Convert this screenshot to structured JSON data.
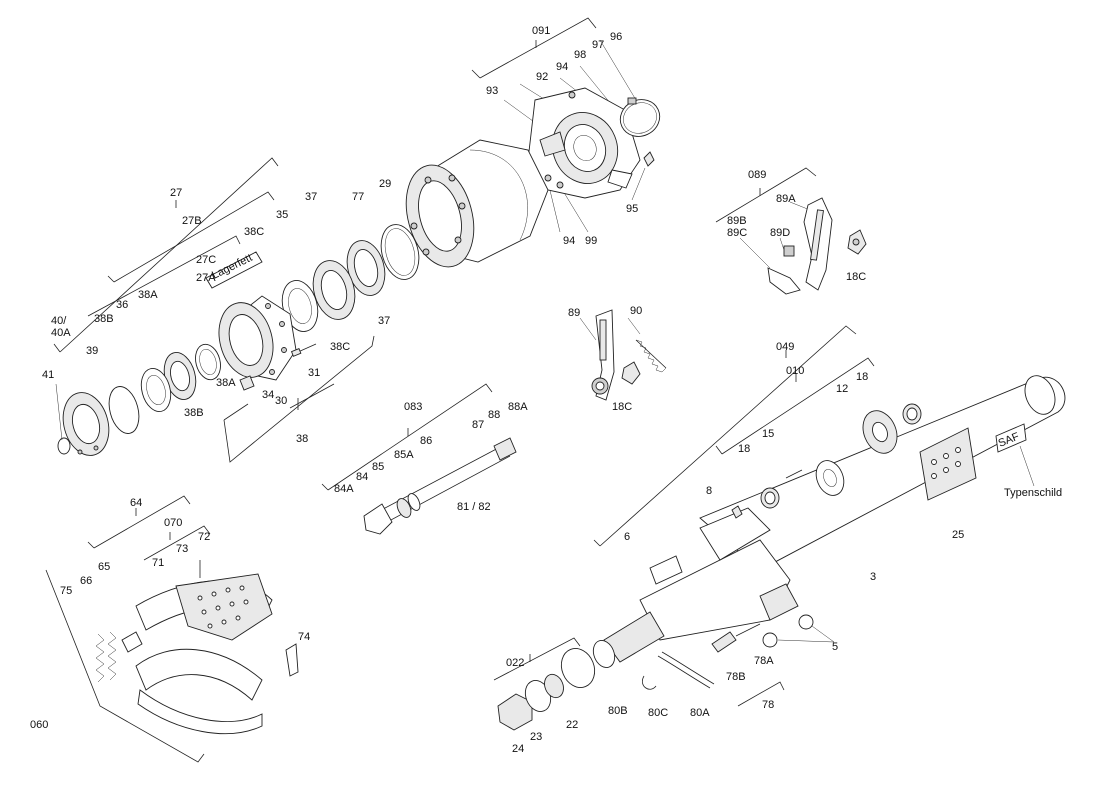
{
  "labels": {
    "l091": "091",
    "l96": "96",
    "l97": "97",
    "l98": "98",
    "l94a": "94",
    "l92": "92",
    "l93": "93",
    "l95": "95",
    "l94b": "94",
    "l99": "99",
    "l089": "089",
    "l89A": "89A",
    "l89B": "89B",
    "l89C": "89C",
    "l89D": "89D",
    "l18Ca": "18C",
    "l27": "27",
    "l27B": "27B",
    "l37a": "37",
    "l77": "77",
    "l29": "29",
    "l38Ca": "38C",
    "l35": "35",
    "l27C": "27C",
    "l27A": "27A",
    "l38Aa": "38A",
    "l36": "36",
    "l38Ba": "38B",
    "l40": "40/",
    "l40A": "40A",
    "l39": "39",
    "l41": "41",
    "l37b": "37",
    "l38Cb": "38C",
    "l31": "31",
    "l38Ab": "38A",
    "l34": "34",
    "l38Bb": "38B",
    "l30": "30",
    "l38": "38",
    "l89": "89",
    "l90": "90",
    "l18Cb": "18C",
    "l083": "083",
    "l88": "88",
    "l88A": "88A",
    "l87": "87",
    "l86": "86",
    "l85A": "85A",
    "l85": "85",
    "l84": "84",
    "l84A": "84A",
    "l8182": "81 / 82",
    "l049": "049",
    "l010": "010",
    "l18a": "18",
    "l12": "12",
    "l15": "15",
    "l18b": "18",
    "l8": "8",
    "l6": "6",
    "l25": "25",
    "l3": "3",
    "l5": "5",
    "lTyp": "Typenschild",
    "l78A": "78A",
    "l78B": "78B",
    "l78": "78",
    "l80A": "80A",
    "l80B": "80B",
    "l80C": "80C",
    "l022": "022",
    "l22": "22",
    "l23": "23",
    "l24": "24",
    "l64": "64",
    "l070": "070",
    "l73": "73",
    "l72": "72",
    "l71": "71",
    "l65": "65",
    "l66": "66",
    "l75": "75",
    "l74": "74",
    "l060": "060"
  },
  "stamps": {
    "lagerfett": "Lagerfett",
    "saf": "SAF"
  }
}
